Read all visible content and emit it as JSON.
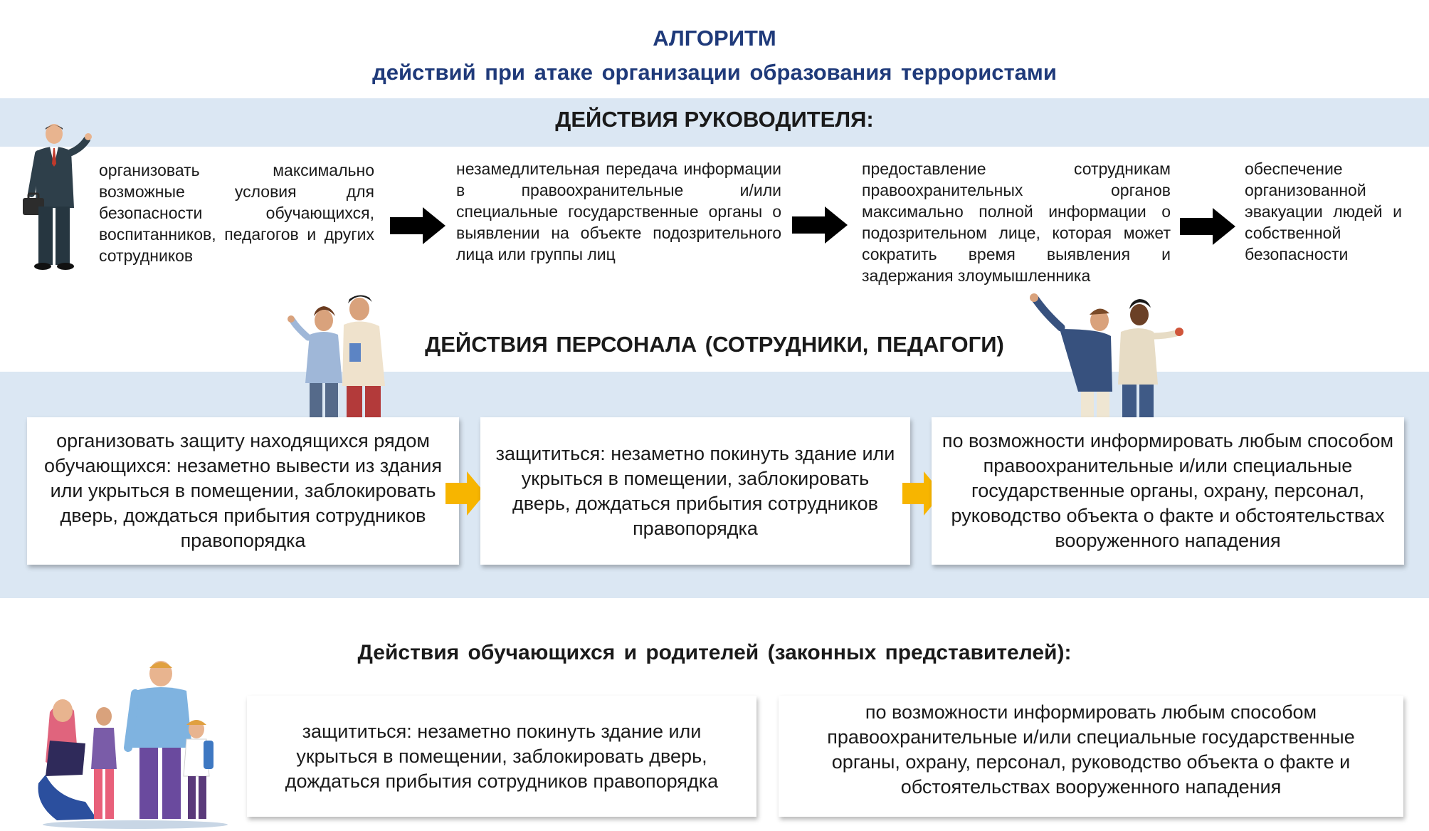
{
  "header": {
    "title": "АЛГОРИТМ",
    "subtitle": "действий при атаке организации образования террористами"
  },
  "manager": {
    "heading": "ДЕЙСТВИЯ РУКОВОДИТЕЛЯ:",
    "steps": [
      "организовать максимально возможные условия для безопасности обучающихся, воспитанников, педагогов и других сотрудников",
      "незамедлительная передача информации в правоохранительные и/или специальные государственные органы о выявлении на объекте подозрительного лица или группы лиц",
      "предоставление сотрудникам правоохранительных органов максимально полной информации о подозрительном лице, которая может сократить время выявления и задержания злоумышленника",
      "обеспечение организованной эвакуации людей и собственной безопасности"
    ]
  },
  "staff": {
    "heading": "ДЕЙСТВИЯ ПЕРСОНАЛА (СОТРУДНИКИ, ПЕДАГОГИ)",
    "steps": [
      "организовать защиту находящихся рядом обучающихся: незаметно вывести из здания или укрыться в помещении, заблокировать дверь, дождаться прибытия сотрудников правопорядка",
      "защититься: незаметно покинуть здание или укрыться в помещении, заблокировать дверь, дождаться прибытия сотрудников правопорядка",
      "по возможности информировать любым способом правоохранительные и/или специальные государственные органы, охрану, персонал, руководство объекта о факте и обстоятельствах вооруженного нападения"
    ]
  },
  "students": {
    "heading": "Действия обучающихся и родителей (законных представителей):",
    "steps": [
      "защититься: незаметно покинуть здание или укрыться в помещении, заблокировать дверь, дождаться прибытия сотрудников правопорядка",
      "по возможности информировать любым способом правоохранительные и/или специальные государственные органы, охрану, персонал, руководство объекта о факте и обстоятельствах вооруженного нападения"
    ]
  },
  "colors": {
    "title": "#1f3a7a",
    "band": "#dbe7f3",
    "arrow_black": "#000000",
    "arrow_yellow": "#f7b500"
  },
  "icons": [
    "businessman-illustration",
    "staff-pair-illustration",
    "staff-gesturing-illustration",
    "family-illustration",
    "arrow-right-icon"
  ]
}
